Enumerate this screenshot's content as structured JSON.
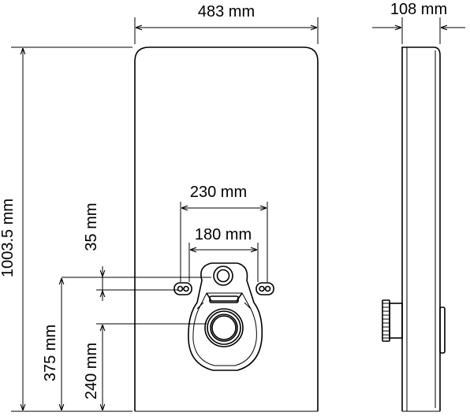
{
  "dimensions": {
    "width_total": "483 mm",
    "depth": "108 mm",
    "height_total": "1003.5 mm",
    "bolt_spacing_outer": "230 mm",
    "bolt_spacing_inner": "180 mm",
    "bolt_offset": "35 mm",
    "pipe_height": "375 mm",
    "outlet_height": "240 mm"
  }
}
